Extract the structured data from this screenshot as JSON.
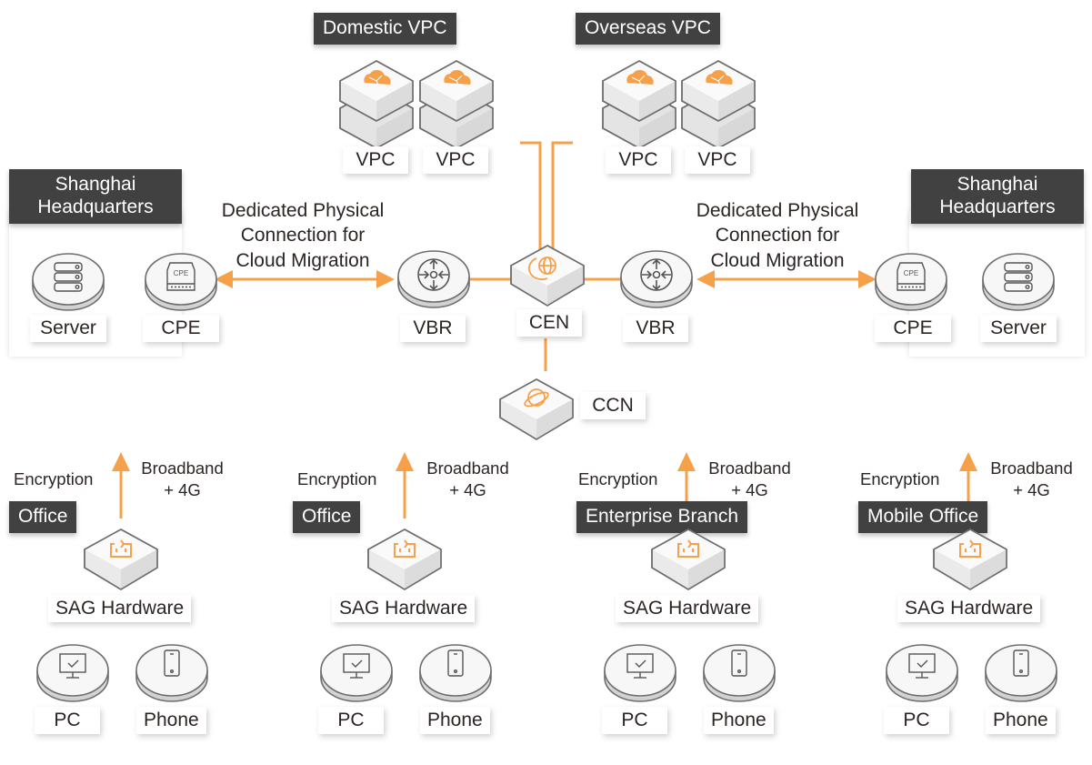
{
  "colors": {
    "accent": "#f7a04a",
    "tag_bg": "#414141",
    "node_stroke": "#6e6e6e"
  },
  "cloud": {
    "domestic": {
      "title": "Domestic VPC",
      "items": [
        {
          "label": "VPC",
          "icon": "vpc-cloud-icon"
        },
        {
          "label": "VPC",
          "icon": "vpc-cloud-icon"
        }
      ]
    },
    "overseas": {
      "title": "Overseas VPC",
      "items": [
        {
          "label": "VPC",
          "icon": "vpc-cloud-icon"
        },
        {
          "label": "VPC",
          "icon": "vpc-cloud-icon"
        }
      ]
    }
  },
  "headquarters": {
    "left": {
      "title_line1": "Shanghai",
      "title_line2": "Headquarters",
      "server": "Server",
      "cpe": "CPE",
      "cpe_icon_text": "CPE"
    },
    "right": {
      "title_line1": "Shanghai",
      "title_line2": "Headquarters",
      "server": "Server",
      "cpe": "CPE",
      "cpe_icon_text": "CPE"
    }
  },
  "links": {
    "left": {
      "line1": "Dedicated Physical",
      "line2": "Connection for",
      "line3": "Cloud Migration"
    },
    "right": {
      "line1": "Dedicated Physical",
      "line2": "Connection for",
      "line3": "Cloud Migration"
    }
  },
  "core": {
    "vbr_left": "VBR",
    "cen": "CEN",
    "vbr_right": "VBR",
    "ccn": "CCN"
  },
  "branches": [
    {
      "title": "Office",
      "encryption": "Encryption",
      "bw_line1": "Broadband",
      "bw_line2": "+ 4G",
      "sag": "SAG Hardware",
      "pc": "PC",
      "phone": "Phone"
    },
    {
      "title": "Office",
      "encryption": "Encryption",
      "bw_line1": "Broadband",
      "bw_line2": "+ 4G",
      "sag": "SAG Hardware",
      "pc": "PC",
      "phone": "Phone"
    },
    {
      "title": "Enterprise Branch",
      "encryption": "Encryption",
      "bw_line1": "Broadband",
      "bw_line2": "+ 4G",
      "sag": "SAG Hardware",
      "pc": "PC",
      "phone": "Phone"
    },
    {
      "title": "Mobile Office",
      "encryption": "Encryption",
      "bw_line1": "Broadband",
      "bw_line2": "+ 4G",
      "sag": "SAG Hardware",
      "pc": "PC",
      "phone": "Phone"
    }
  ]
}
